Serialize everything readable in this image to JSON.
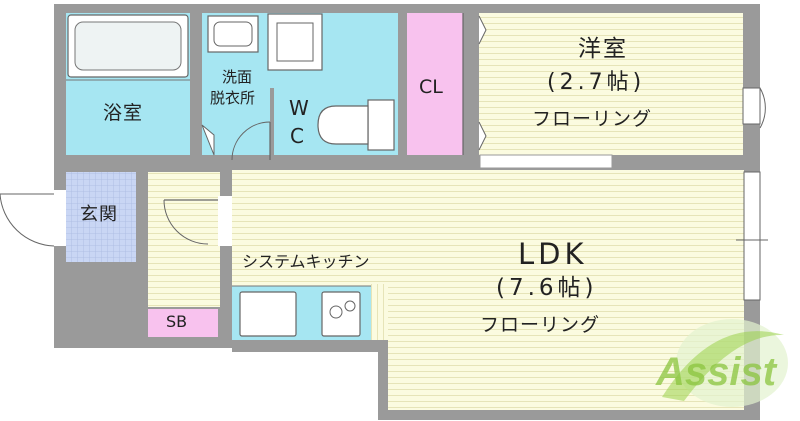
{
  "rooms": {
    "bath": "浴室",
    "washroom_line1": "洗面",
    "washroom_line2": "脱衣所",
    "wc_w": "W",
    "wc_c": "C",
    "closet": "CL",
    "western_name": "洋室",
    "western_size": "(2.7帖)",
    "western_floor": "フローリング",
    "entrance": "玄関",
    "kitchen": "システムキッチン",
    "storage": "SB",
    "ldk_name": "LDK",
    "ldk_size": "(7.6帖)",
    "ldk_floor": "フローリング"
  },
  "logo": {
    "text": "Assist"
  },
  "colors": {
    "wall": "#9a9a9a",
    "flooring": "#fbfbe0",
    "flooring_line": "#e6e4b8",
    "wet_area": "#a6e6f2",
    "closet": "#f8c2ee",
    "entrance": "#c9d6f4",
    "logo": "#9bd24a"
  }
}
